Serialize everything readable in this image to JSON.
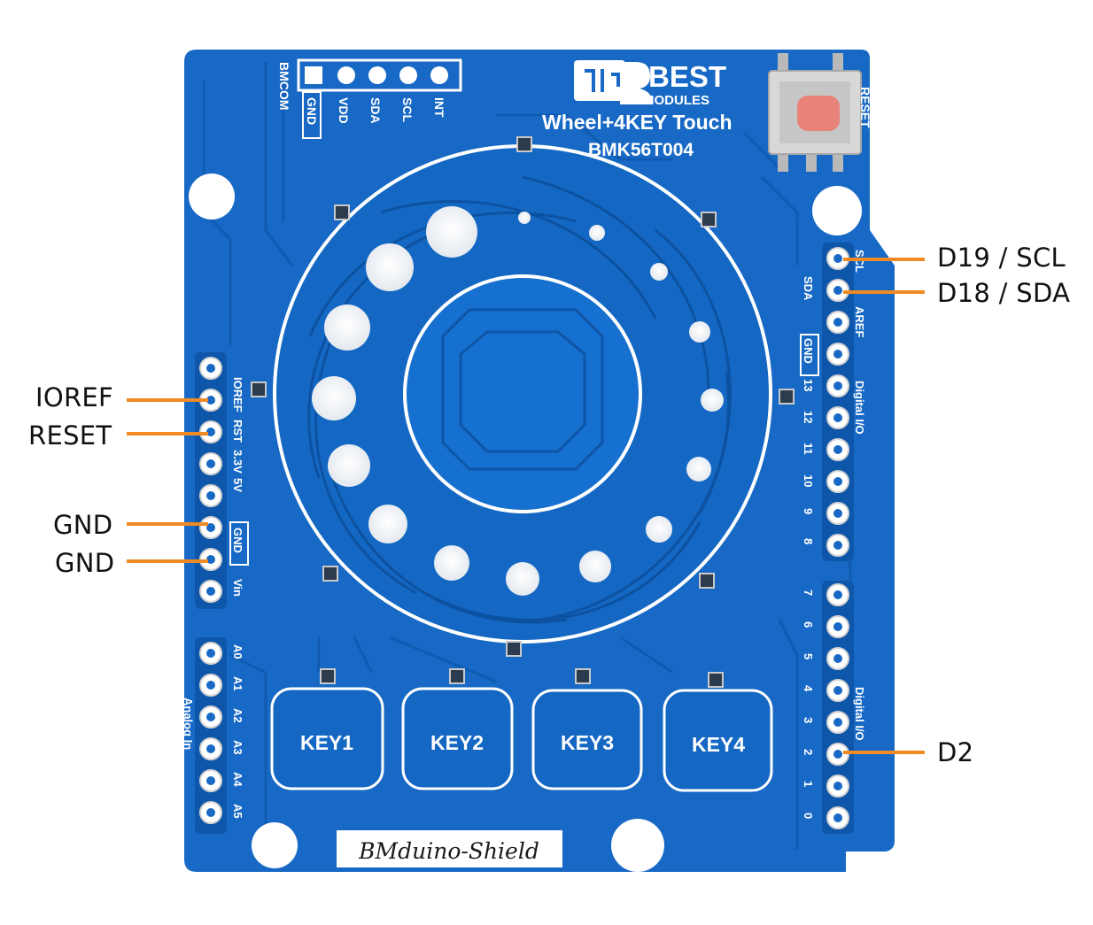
{
  "board": {
    "brand_line1": "BEST",
    "brand_line2": "MODULES",
    "title": "Wheel+4KEY Touch",
    "model": "BMK56T004",
    "reset_label": "RESET",
    "bmcom_label": "BMCOM",
    "header_pins": [
      "GND",
      "VDD",
      "SDA",
      "SCL",
      "INT"
    ],
    "keys": [
      "KEY1",
      "KEY2",
      "KEY3",
      "KEY4"
    ],
    "shield_name": "BMduino-Shield",
    "power_pins": [
      "IOREF",
      "RST",
      "3.3V",
      "5V",
      "GND",
      "Vin"
    ],
    "analog_pins": [
      "A0",
      "A1",
      "A2",
      "A3",
      "A4",
      "A5"
    ],
    "analog_label": "Analog In",
    "digital_high": [
      "SCL",
      "SDA",
      "AREF",
      "GND",
      "13",
      "12",
      "11",
      "10",
      "9",
      "8"
    ],
    "digital_low": [
      "7",
      "6",
      "5",
      "4",
      "3",
      "2",
      "1",
      "0"
    ],
    "digital_label": "Digital I/O"
  },
  "callouts": {
    "d19": "D19 / SCL",
    "d18": "D18 / SDA",
    "ioref": "IOREF",
    "reset": "RESET",
    "gnd1": "GND",
    "gnd2": "GND",
    "d2": "D2"
  },
  "colors": {
    "pcb": "#1769c5",
    "pcb_dark": "#0d4f9e",
    "lead": "#f08a24",
    "silkscreen": "#ffffff",
    "button_cap": "#e8837a"
  }
}
